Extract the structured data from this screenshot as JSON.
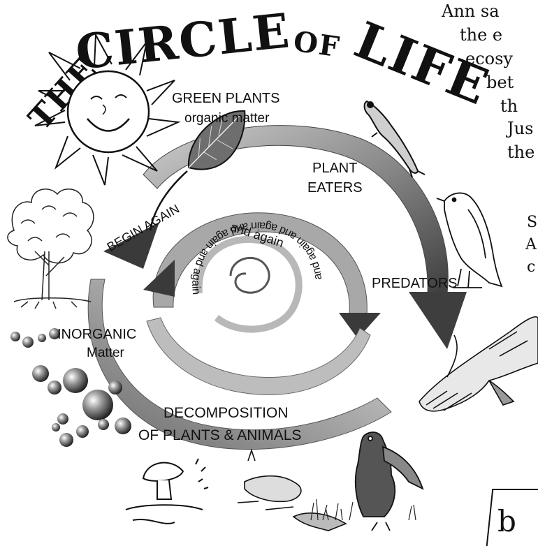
{
  "title": {
    "the": "THE",
    "circle": "CIRCLE",
    "of": "OF",
    "life": "LIFE"
  },
  "side_text": {
    "lines_top": [
      "Ann sa",
      "the e",
      "ecosy",
      "bet",
      "th",
      "Jus",
      "the"
    ],
    "lines_bottom": [
      "S",
      "A",
      "c"
    ]
  },
  "labels": {
    "green_plants": "GREEN PLANTS",
    "organic_matter": "organic matter",
    "plant_eaters_1": "PLANT",
    "plant_eaters_2": "EATERS",
    "predators": "PREDATORS",
    "inorganic": "INORGANIC",
    "matter": "Matter",
    "decomposition_1": "DECOMPOSITION",
    "decomposition_2": "OF PLANTS & ANIMALS",
    "begin_again": "BEGIN AGAIN",
    "and_again_outer": "and again",
    "spiral_text": "and again and again and again and again"
  },
  "corner": {
    "letter": "b"
  },
  "colors": {
    "arrow_dark": "#5a5a5a",
    "arrow_mid": "#9a9a9a",
    "arrow_light": "#d4d4d4",
    "ink": "#111111"
  },
  "icons": [
    "sun-icon",
    "leaf-icon",
    "tree-icon",
    "bird-icon",
    "hawk-icon",
    "lizard-icon",
    "mushroom-icon",
    "vulture-icon",
    "spheres-icon"
  ]
}
